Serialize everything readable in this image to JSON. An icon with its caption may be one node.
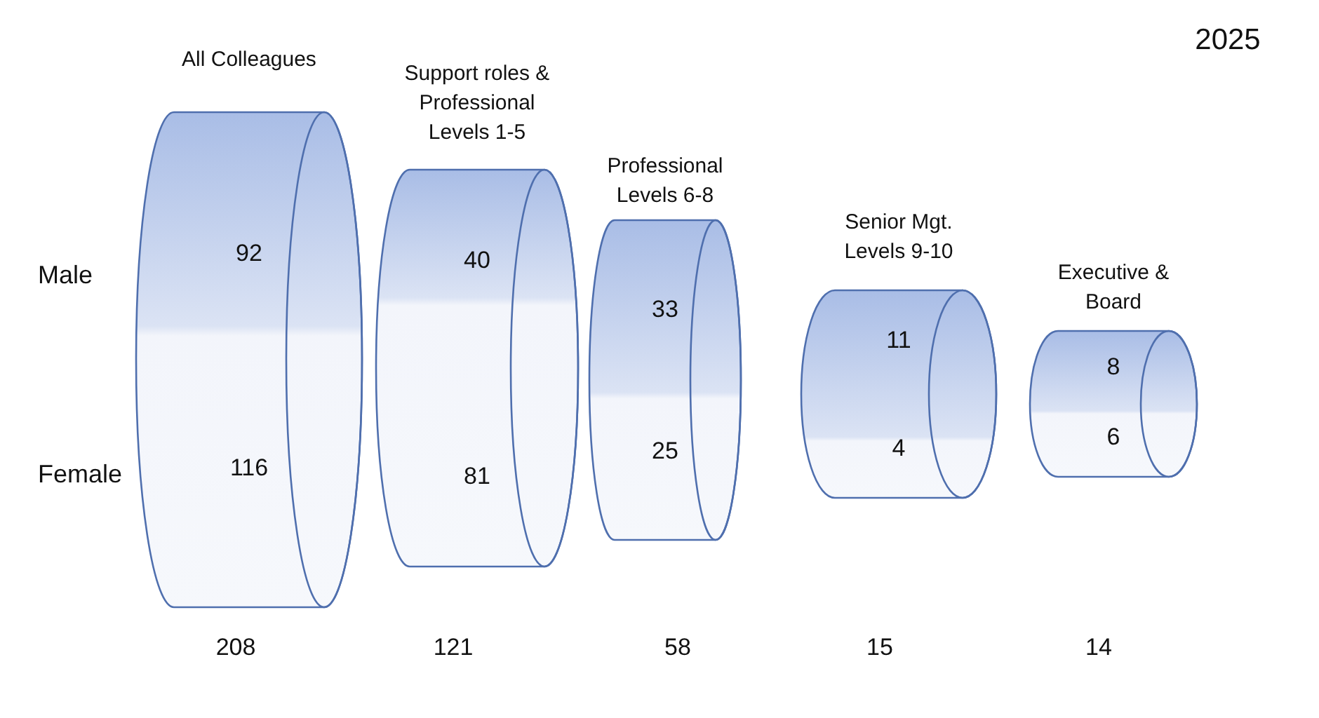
{
  "diagram": {
    "title": "2025",
    "nodes": [
      {
        "text": [
          "All Colleagues",
          "92",
          "116"
        ]
      },
      {
        "text": [
          "Support roles & Professional Levels 1-5",
          "40",
          "81"
        ]
      },
      {
        "text": [
          "Professional Levels 6-8",
          "33",
          "25"
        ]
      },
      {
        "text": [
          "Senior Mgt. Levels 9-10",
          "11",
          "4"
        ]
      },
      {
        "text": [
          "Executive & Board",
          "8",
          "6"
        ]
      }
    ],
    "labels": [
      "Male",
      "Female",
      "208",
      "121",
      "58",
      "15",
      "14"
    ]
  }
}
